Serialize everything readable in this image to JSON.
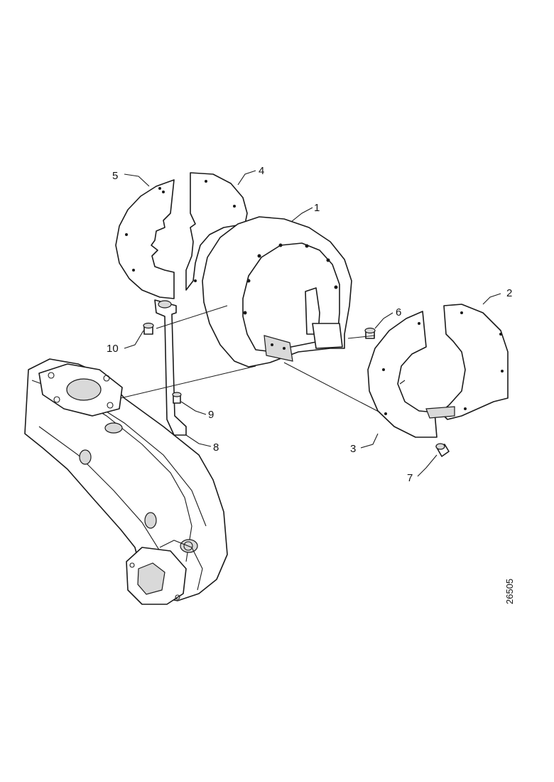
{
  "diagram": {
    "callouts": [
      {
        "id": "callout-1",
        "text": "1"
      },
      {
        "id": "callout-2",
        "text": "2"
      },
      {
        "id": "callout-3",
        "text": "3"
      },
      {
        "id": "callout-4",
        "text": "4"
      },
      {
        "id": "callout-5",
        "text": "5"
      },
      {
        "id": "callout-6",
        "text": "6"
      },
      {
        "id": "callout-7",
        "text": "7"
      },
      {
        "id": "callout-8",
        "text": "8"
      },
      {
        "id": "callout-9",
        "text": "9"
      },
      {
        "id": "callout-10",
        "text": "10"
      }
    ],
    "reference_number": "26505"
  }
}
